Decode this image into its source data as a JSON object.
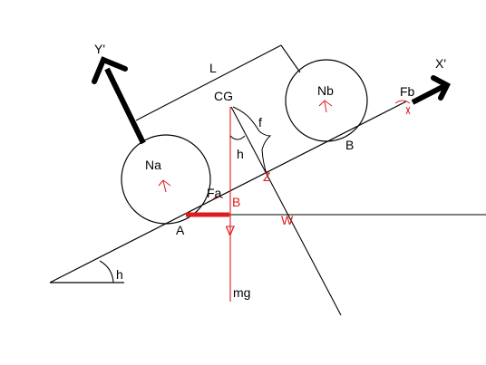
{
  "labels": {
    "y_axis": "Y'",
    "x_axis": "X'",
    "length": "L",
    "center_of_gravity": "CG",
    "wheel_front": "Nb",
    "wheel_rear": "Na",
    "friction_front": "Fb",
    "friction_rear": "Fa",
    "f": "f",
    "height": "h",
    "angle": "h",
    "point_a": "A",
    "point_b_upper": "B",
    "point_b_lower": "B",
    "point_z": "Z",
    "point_v": "V",
    "point_w": "W",
    "weight": "mg"
  },
  "colors": {
    "ink": "#000000",
    "red": "#e01b1b",
    "background": "#ffffff"
  }
}
